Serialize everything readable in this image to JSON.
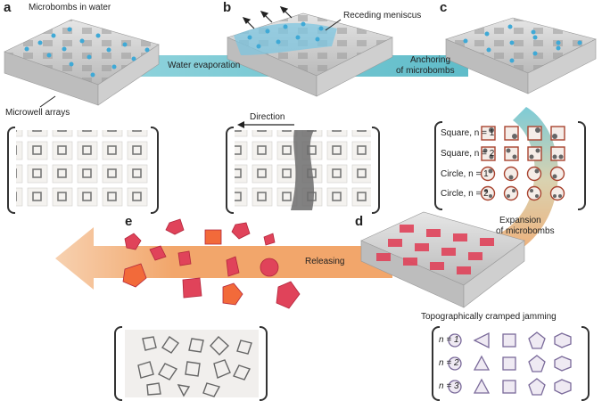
{
  "panels": {
    "a": {
      "letter": "a",
      "title": "Microbombs in water",
      "sublabel": "Microwell arrays"
    },
    "b": {
      "letter": "b",
      "title": "Receding meniscus",
      "sublabel": "Direction"
    },
    "c": {
      "letter": "c"
    },
    "d": {
      "letter": "d",
      "caption": "Topographically cramped jamming"
    },
    "e": {
      "letter": "e"
    }
  },
  "arrows": {
    "water_evaporation": "Water evaporation",
    "anchoring_line1": "Anchoring",
    "anchoring_line2": "of microbombs",
    "expansion_line1": "Expansion",
    "expansion_line2": "of microbombs",
    "releasing": "Releasing"
  },
  "c_table": {
    "rows": [
      {
        "label": "Square, n = 1"
      },
      {
        "label": "Square, n = 2"
      },
      {
        "label": "Circle, n = 1"
      },
      {
        "label": "Circle, n = 2"
      }
    ]
  },
  "d_table": {
    "rows": [
      {
        "label": "n = 1"
      },
      {
        "label": "n = 2"
      },
      {
        "label": "n = 3"
      }
    ]
  },
  "colors": {
    "teal_band": "#5fbcc9",
    "orange_arrow": "#f2a66b",
    "microbomb_red": "#e0435a",
    "bead_blue": "#3fa9d6",
    "slab_gray": "#c9c9c9"
  }
}
